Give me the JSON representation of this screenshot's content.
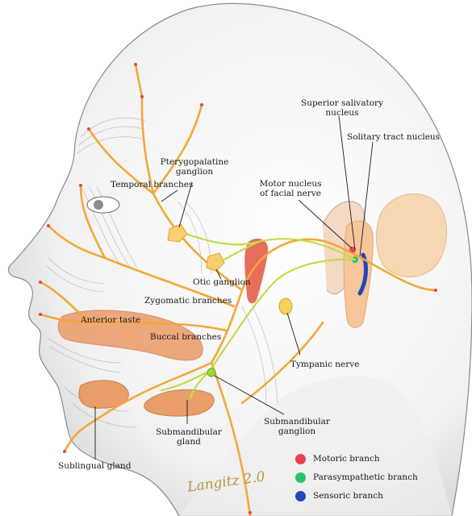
{
  "labels": {
    "superior_salivatory_nucleus": [
      "Superior salivatory",
      "nucleus"
    ],
    "solitary_tract_nucleus": "Solitary tract nucleus",
    "pterygopalatine_ganglion": [
      "Pterygopalatine",
      "ganglion"
    ],
    "temporal_branches": "Temporal branches",
    "motor_nucleus": [
      "Motor nucleus",
      "of facial nerve"
    ],
    "otic_ganglion": "Otic ganglion",
    "zygomatic_branches": "Zygomatic branches",
    "anterior_taste": "Anterior taste",
    "buccal_branches": "Buccal branches",
    "tympanic_nerve": "Tympanic nerve",
    "submandibular_ganglion": [
      "Submandibular",
      "ganglion"
    ],
    "submandibular_gland": [
      "Submandibular",
      "gland"
    ],
    "sublingual_gland": "Sublingual gland"
  },
  "legend": [
    {
      "label": "Motoric branch",
      "color": "#e8434c"
    },
    {
      "label": "Parasympathetic branch",
      "color": "#27c46a"
    },
    {
      "label": "Sensoric branch",
      "color": "#2346b8"
    }
  ],
  "colors": {
    "nerve": "#f2a83a",
    "nerve_light": "#f7cf6e",
    "parasympathetic": "#c7d94a",
    "gland": "#e8955c",
    "tongue": "#ec9a68",
    "skin_shade": "#cfcfcf",
    "brainstem": "#f6c59a"
  },
  "signature": "Langitz 2.0"
}
